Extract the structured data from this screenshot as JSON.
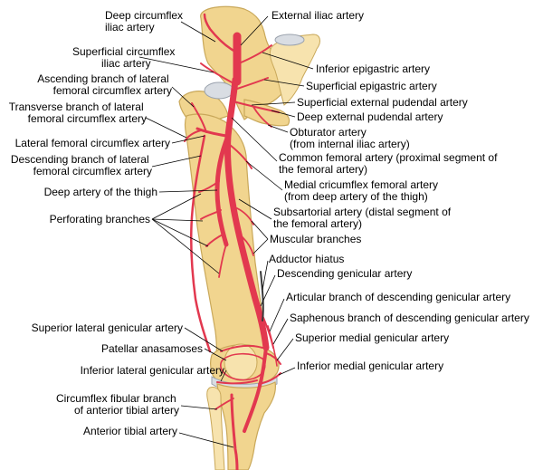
{
  "labels": {
    "deep_circumflex_iliac": [
      "Deep circumflex",
      "iliac artery"
    ],
    "superficial_circumflex_iliac": [
      "Superficial circumflex",
      "iliac artery"
    ],
    "ascending_branch": [
      "Ascending branch of lateral",
      "femoral circumflex artery"
    ],
    "transverse_branch": [
      "Transverse branch of lateral",
      "femoral circumflex artery"
    ],
    "lateral_femoral_circumflex": [
      "Lateral femoral circumflex artery"
    ],
    "descending_branch": [
      "Descending branch of lateral",
      "femoral circumflex artery"
    ],
    "deep_artery_thigh": [
      "Deep artery of the thigh"
    ],
    "perforating_branches": [
      "Perforating branches"
    ],
    "superior_lateral_genicular": [
      "Superior lateral genicular artery"
    ],
    "patellar_anastomoses": [
      "Patellar anasamoses"
    ],
    "inferior_lateral_genicular": [
      "Inferior lateral genicular artery"
    ],
    "circumflex_fibular": [
      "Circumflex fibular branch",
      "of anterior tibial artery"
    ],
    "anterior_tibial": [
      "Anterior tibial artery"
    ],
    "external_iliac": [
      "External iliac artery"
    ],
    "inferior_epigastric": [
      "Inferior epigastric artery"
    ],
    "superficial_epigastric": [
      "Superficial epigastric artery"
    ],
    "superficial_external_pudendal": [
      "Superficial external pudendal artery"
    ],
    "deep_external_pudendal": [
      "Deep external pudendal artery"
    ],
    "obturator": [
      "Obturator artery",
      "(from internal iliac artery)"
    ],
    "common_femoral": [
      "Common femoral artery (proximal segment of",
      "the femoral artery)"
    ],
    "medial_circumflex_femoral": [
      "Medial cricumflex femoral artery",
      "(from deep artery of the thigh)"
    ],
    "subsartorial": [
      "Subsartorial artery (distal segment of",
      "the femoral artery)"
    ],
    "muscular_branches": [
      "Muscular branches"
    ],
    "adductor_hiatus": [
      "Adductor hiatus"
    ],
    "descending_genicular": [
      "Descending genicular artery"
    ],
    "articular_branch": [
      "Articular branch of descending genicular artery"
    ],
    "saphenous_branch": [
      "Saphenous branch of descending genicular artery"
    ],
    "superior_medial_genicular": [
      "Superior medial genicular artery"
    ],
    "inferior_medial_genicular": [
      "Inferior medial genicular artery"
    ]
  },
  "colors": {
    "bone": "#f1d58f",
    "artery": "#e2384f",
    "cartilage": "#d9dde3",
    "text": "#000000"
  }
}
